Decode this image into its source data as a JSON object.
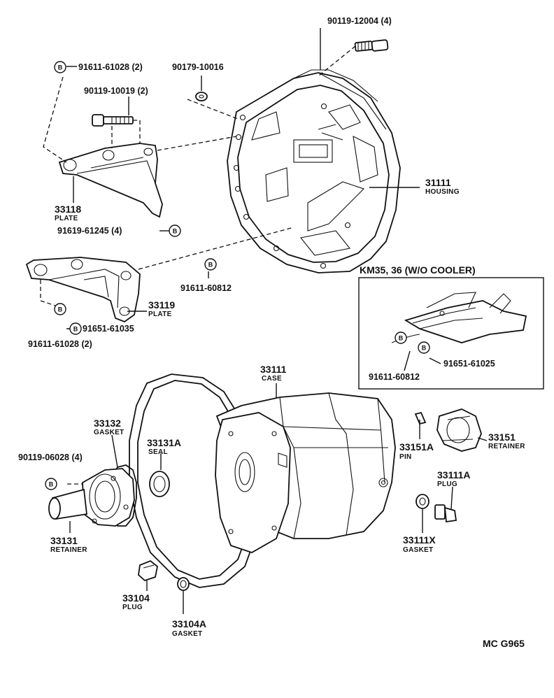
{
  "labels": {
    "bolt_top": "90119-12004 (4)",
    "bolt_b1": "91611-61028 (2)",
    "washer": "90179-10016",
    "bolt_b2": "90119-10019 (2)",
    "housing_no": "31111",
    "housing_name": "HOUSING",
    "plate1_no": "33118",
    "plate1_name": "PLATE",
    "bolt_b3": "91619-61245 (4)",
    "plate2_no": "33119",
    "plate2_name": "PLATE",
    "bolt_b4": "91611-60812",
    "bolt_b5": "91651-61035",
    "bolt_b6": "91611-61028 (2)",
    "inset_title": "KM35, 36 (W/O COOLER)",
    "inset_bolt1": "91611-60812",
    "inset_bolt2": "91651-61025",
    "case_no": "33111",
    "case_name": "CASE",
    "gasket1_no": "33132",
    "gasket1_name": "GASKET",
    "bolt_retainer": "90119-06028 (4)",
    "seal_no": "33131A",
    "seal_name": "SEAL",
    "retainer1_no": "33131",
    "retainer1_name": "RETAINER",
    "pin_no": "33151A",
    "pin_name": "PIN",
    "retainer2_no": "33151",
    "retainer2_name": "RETAINER",
    "plug1_no": "33111A",
    "plug1_name": "PLUG",
    "gasket2_no": "33111X",
    "gasket2_name": "GASKET",
    "plug2_no": "33104",
    "plug2_name": "PLUG",
    "gasket3_no": "33104A",
    "gasket3_name": "GASKET",
    "footer_code": "MC  G965",
    "bolt_marker": "B"
  }
}
